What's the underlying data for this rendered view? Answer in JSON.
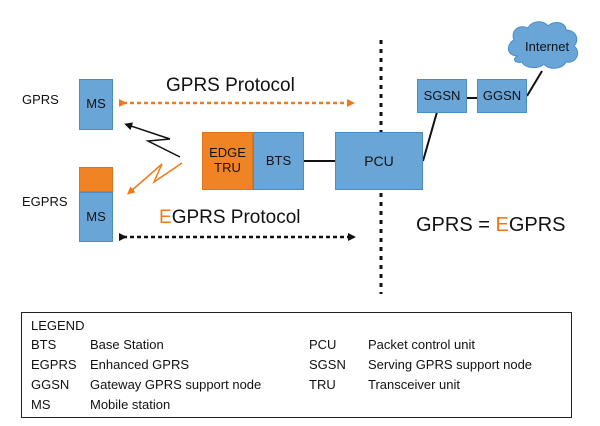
{
  "colors": {
    "box_blue": "#6aa5d8",
    "accent_orange": "#f07a1a",
    "line_black": "#111111"
  },
  "left_labels": {
    "gprs": "GPRS",
    "egprs": "EGPRS"
  },
  "nodes": {
    "ms_gprs": "MS",
    "ms_egprs": "MS",
    "edge_tru_line1": "EDGE",
    "edge_tru_line2": "TRU",
    "bts": "BTS",
    "pcu": "PCU",
    "sgsn": "SGSN",
    "ggsn": "GGSN",
    "internet": "Internet"
  },
  "protocols": {
    "gprs": "GPRS Protocol",
    "egprs_prefix": "E",
    "egprs_rest": "GPRS Protocol"
  },
  "equation": {
    "left": "GPRS = ",
    "accent": "E",
    "right": "GPRS"
  },
  "legend": {
    "title": "LEGEND",
    "left_items": [
      {
        "abbr": "BTS",
        "desc": "Base Station"
      },
      {
        "abbr": "EGPRS",
        "desc": "Enhanced GPRS"
      },
      {
        "abbr": "GGSN",
        "desc": "Gateway GPRS support node"
      },
      {
        "abbr": "MS",
        "desc": "Mobile station"
      }
    ],
    "right_items": [
      {
        "abbr": "PCU",
        "desc": "Packet control unit"
      },
      {
        "abbr": "SGSN",
        "desc": "Serving GPRS support node"
      },
      {
        "abbr": "TRU",
        "desc": "Transceiver unit"
      }
    ]
  }
}
